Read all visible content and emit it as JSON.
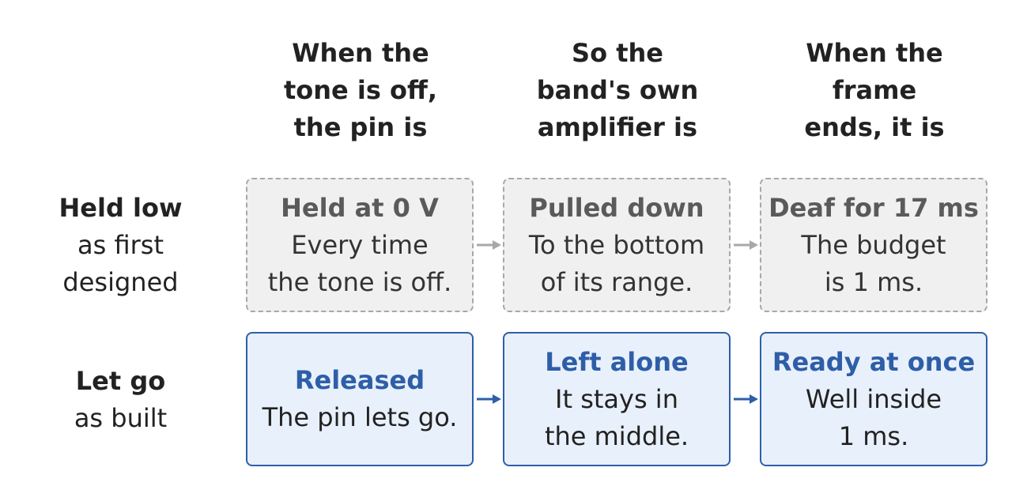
{
  "columns": [
    {
      "lines": [
        "When the",
        "tone is off,",
        "the pin is"
      ]
    },
    {
      "lines": [
        "So the",
        "band's own",
        "amplifier is"
      ]
    },
    {
      "lines": [
        "When the",
        "frame",
        "ends, it is"
      ]
    }
  ],
  "rows": [
    {
      "label": {
        "title": "Held low",
        "sub": [
          "as first",
          "designed"
        ]
      },
      "cells": [
        {
          "title": "Held at 0 V",
          "lines": [
            "Every time",
            "the tone is off."
          ]
        },
        {
          "title": "Pulled down",
          "lines": [
            "To the bottom",
            "of its range."
          ]
        },
        {
          "title": "Deaf for 17 ms",
          "lines": [
            "The budget",
            "is 1 ms."
          ]
        }
      ]
    },
    {
      "label": {
        "title": "Let go",
        "sub": [
          "as built"
        ]
      },
      "cells": [
        {
          "title": "Released",
          "lines": [
            "The pin lets go."
          ]
        },
        {
          "title": "Left alone",
          "lines": [
            "It stays in",
            "the middle."
          ]
        },
        {
          "title": "Ready at once",
          "lines": [
            "Well inside",
            "1 ms."
          ]
        }
      ]
    }
  ],
  "colors": {
    "ghost_arrow": "#a8a8a8",
    "built_arrow": "#2e5ea8"
  }
}
